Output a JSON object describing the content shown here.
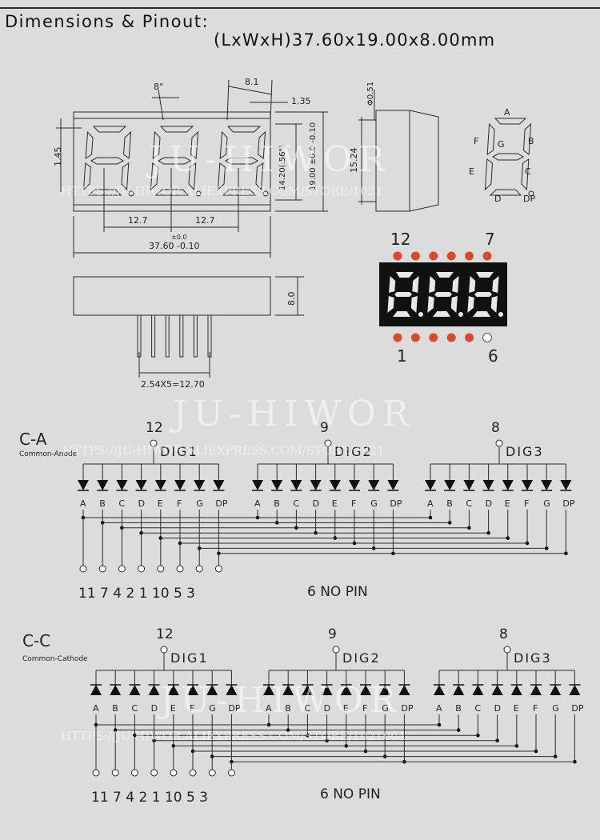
{
  "header": {
    "title": "Dimensions & Pinout:",
    "dimensions": "(LxWxH)37.60x19.00x8.00mm"
  },
  "watermark": {
    "brand": "JU-HIWOR",
    "url_1": "HTTPS://JU-HIWOR.ALIEXPRESS.COM/STORE/1021",
    "url_2": "HTTPS://JU-HIWOR.ALIEXPRESS.COM/STORE/1021664"
  },
  "drawing": {
    "angle": "8°",
    "pitch_top": "8.1",
    "seg_gap": "1.35",
    "left_offset": "1.45",
    "digit_height": "14.20(.56\")",
    "height_tol": "19.00 ±0.0 -0.10",
    "digit_pitch_1": "12.7",
    "digit_pitch_2": "12.7",
    "length_tol": "±0.0",
    "length": "37.60 -0.10",
    "side_dia": "Φ0.51",
    "side_pin_span": "15.24",
    "thickness": "8.0",
    "pin_pitch": "2.54X5=12.70"
  },
  "segment_labels": [
    "A",
    "B",
    "C",
    "D",
    "E",
    "F",
    "G",
    "DP"
  ],
  "display_pins": {
    "top_left": "12",
    "top_right": "7",
    "bottom_left": "1",
    "bottom_right": "6",
    "digits": "8.8.8."
  },
  "common_anode": {
    "title": "C-A",
    "subtitle": "Common-Anode",
    "digits": [
      {
        "pin": "12",
        "label": "DIG1"
      },
      {
        "pin": "9",
        "label": "DIG2"
      },
      {
        "pin": "8",
        "label": "DIG3"
      }
    ],
    "pin_numbers": [
      "11",
      "7",
      "4",
      "2",
      "1",
      "10",
      "5",
      "3"
    ],
    "note": "6 NO PIN"
  },
  "common_cathode": {
    "title": "C-C",
    "subtitle": "Common-Cathode",
    "digits": [
      {
        "pin": "12",
        "label": "DIG1"
      },
      {
        "pin": "9",
        "label": "DIG2"
      },
      {
        "pin": "8",
        "label": "DIG3"
      }
    ],
    "pin_numbers": [
      "11",
      "7",
      "4",
      "2",
      "1",
      "10",
      "5",
      "3"
    ],
    "note": "6 NO PIN"
  },
  "colors": {
    "led_on": "#d84a2e",
    "display_body": "#111111",
    "segment": "#e8e8e8",
    "line": "#2a2a2a"
  }
}
